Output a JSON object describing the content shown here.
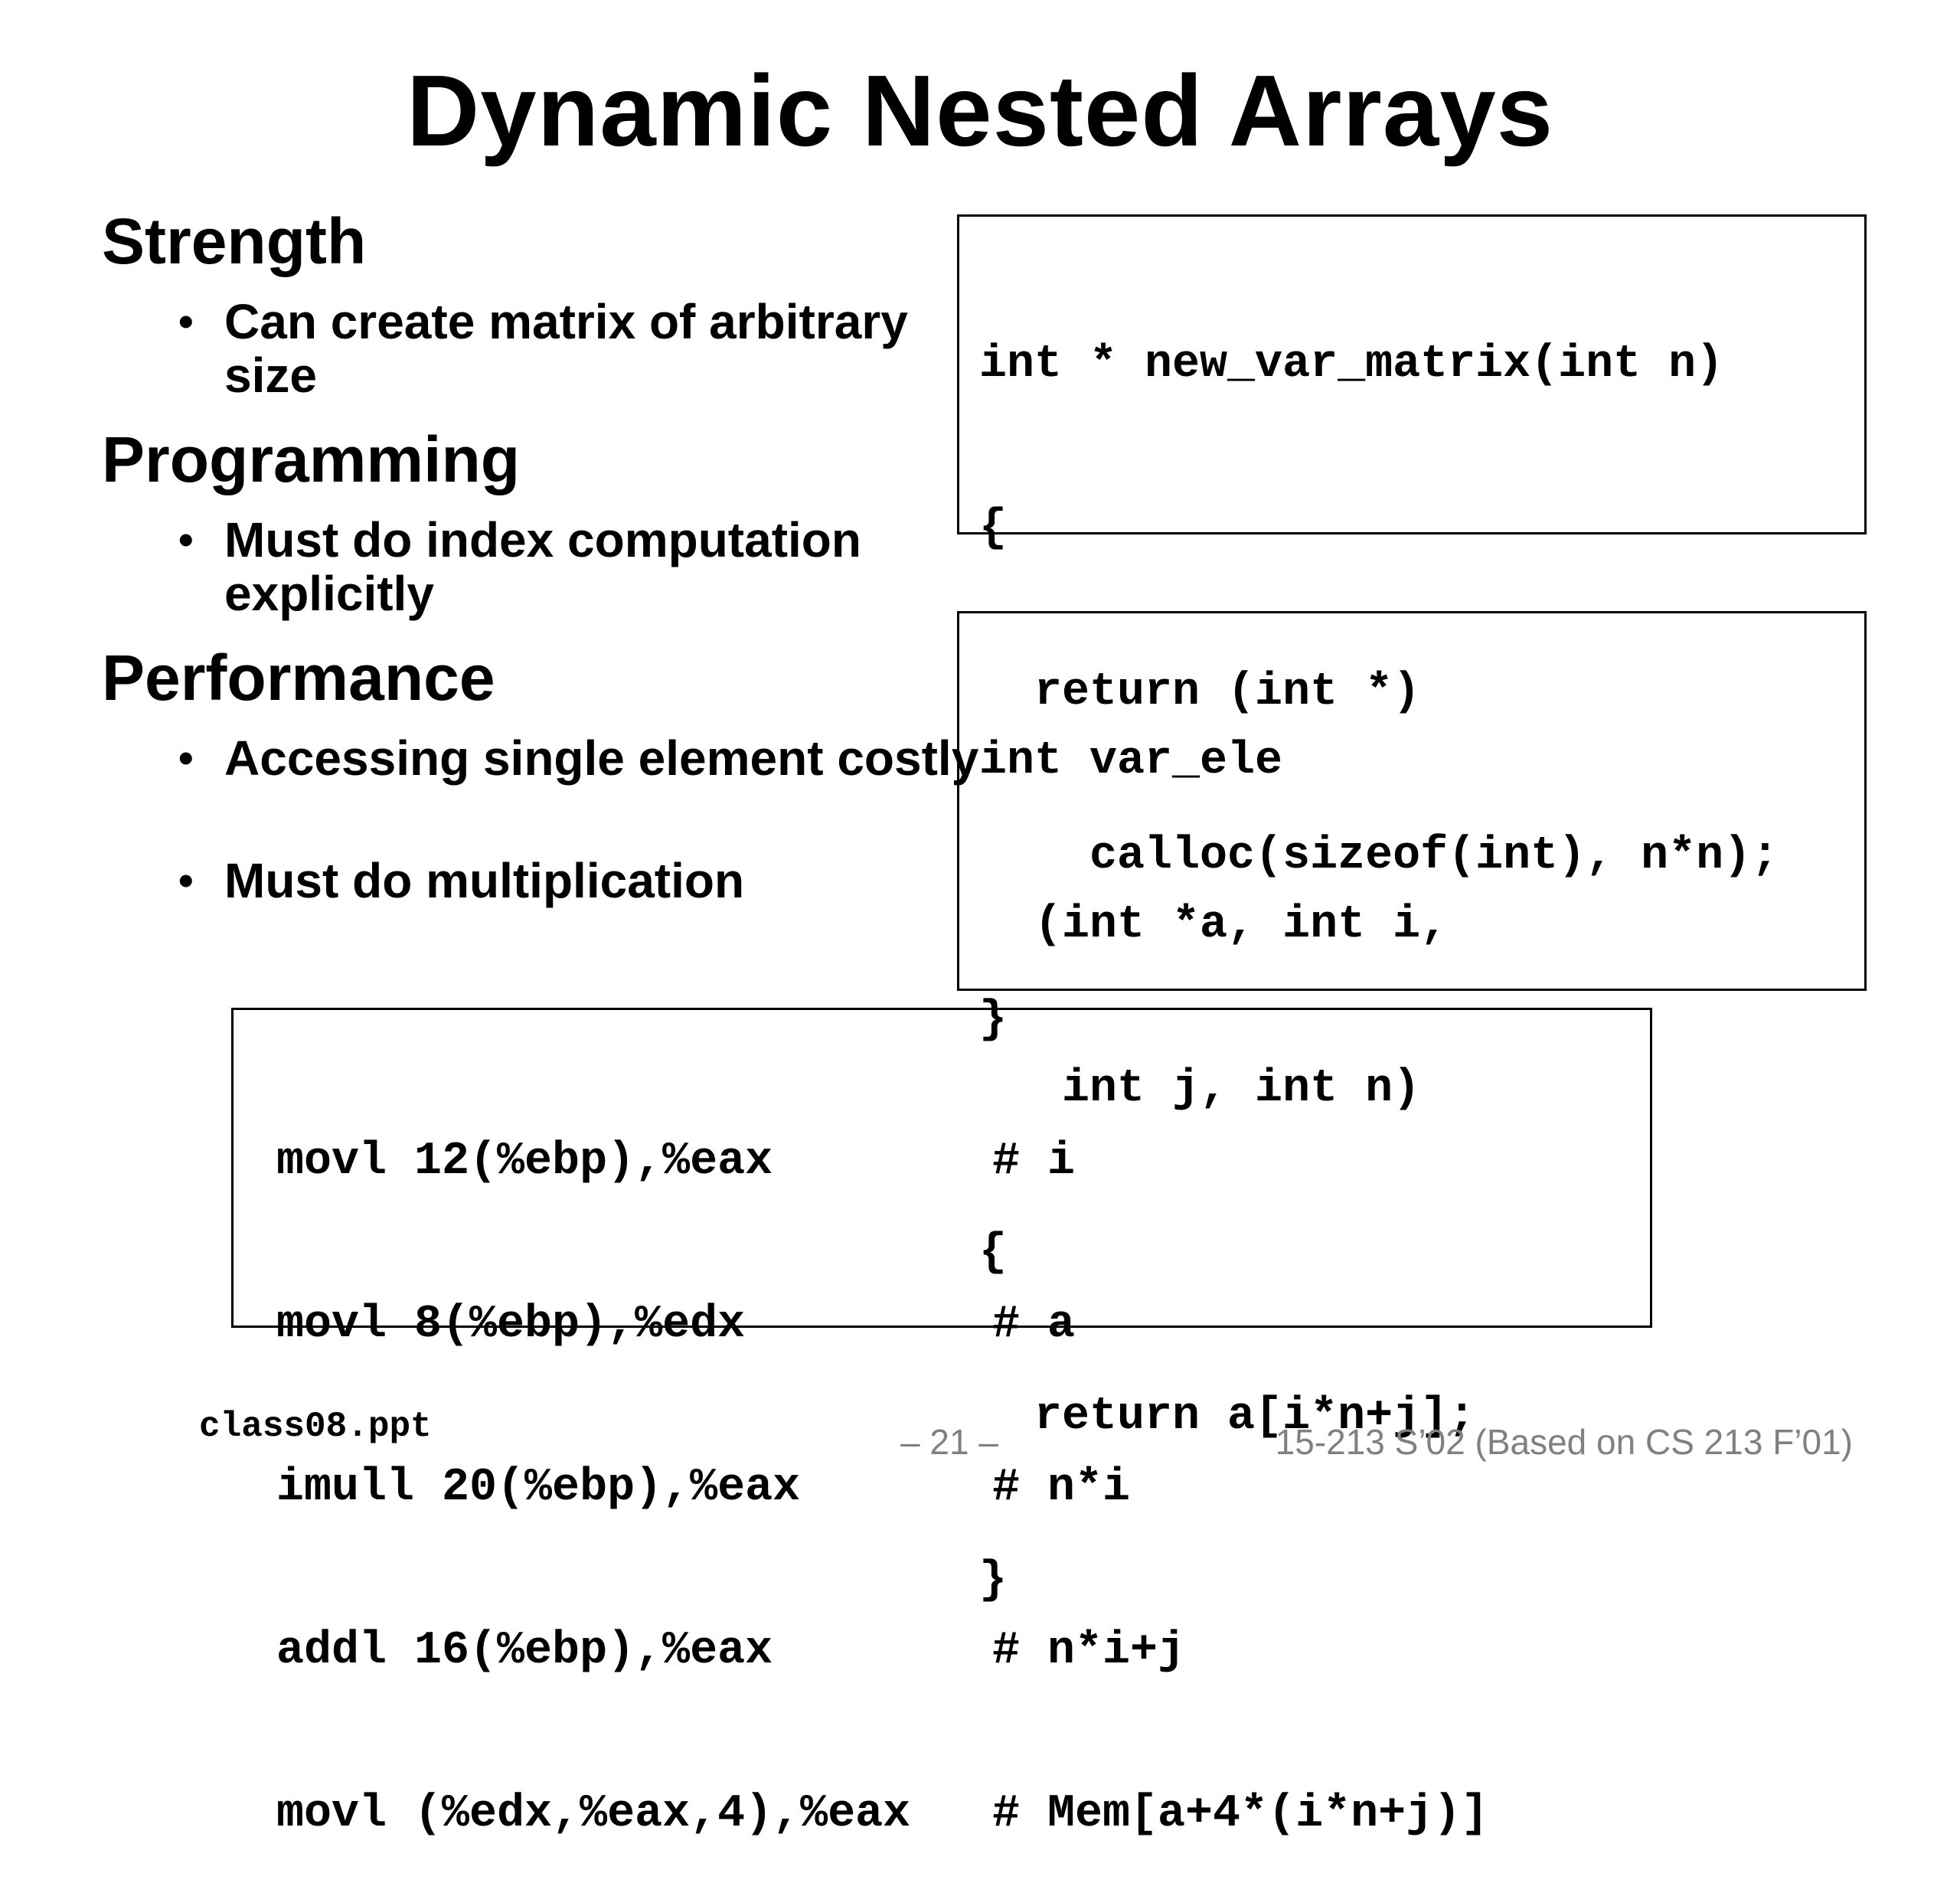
{
  "title": "Dynamic Nested Arrays",
  "sections": {
    "strength": {
      "heading": "Strength",
      "bullets": [
        "Can create matrix of arbitrary size"
      ]
    },
    "programming": {
      "heading": "Programming",
      "bullets": [
        "Must do index computation explicitly"
      ]
    },
    "performance": {
      "heading": "Performance",
      "bullets": [
        "Accessing single element costly",
        "Must do multiplication"
      ]
    }
  },
  "bullet_symbol": "•",
  "code_new_var_matrix": [
    "int * new_var_matrix(int n)",
    "{",
    "  return (int *)",
    "    calloc(sizeof(int), n*n);",
    "}"
  ],
  "code_var_ele": [
    "int var_ele",
    "  (int *a, int i,",
    "   int j, int n)",
    "{",
    "  return a[i*n+j];",
    "}"
  ],
  "assembly": [
    {
      "instr": "movl 12(%ebp),%eax",
      "comment": "# i"
    },
    {
      "instr": "movl 8(%ebp),%edx",
      "comment": "# a"
    },
    {
      "instr": "imull 20(%ebp),%eax",
      "comment": "# n*i"
    },
    {
      "instr": "addl 16(%ebp),%eax",
      "comment": "# n*i+j"
    },
    {
      "instr": "movl (%edx,%eax,4),%eax",
      "comment": "# Mem[a+4*(i*n+j)]"
    }
  ],
  "footer": {
    "file": "class08.ppt",
    "page": "– 21 –",
    "course": "15-213 S’02 (Based on CS 213 F’01)"
  }
}
